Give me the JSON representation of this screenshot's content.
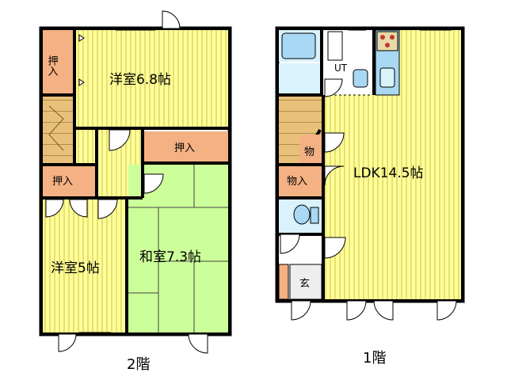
{
  "floors": {
    "second": {
      "label": "2階",
      "rooms": {
        "western_large": "洋室6.8帖",
        "western_small": "洋室5帖",
        "japanese": "和室7.3帖"
      },
      "closets": {
        "top": "押入",
        "middle": "押入",
        "left": "押入"
      }
    },
    "first": {
      "label": "1階",
      "rooms": {
        "ldk": "LDK14.5帖",
        "utility": "UT",
        "entrance": "玄"
      },
      "storage": {
        "upper": "物",
        "lower": "物入"
      }
    }
  },
  "colors": {
    "wall": "#000000",
    "wood_floor": "#ffff99",
    "wood_stripe": "#cfc24a",
    "tatami": "#ccff99",
    "closet": "#f4b183",
    "stair": "#e8c07a",
    "fixture": "#a9d8f5",
    "bath": "#d9f2fb"
  }
}
